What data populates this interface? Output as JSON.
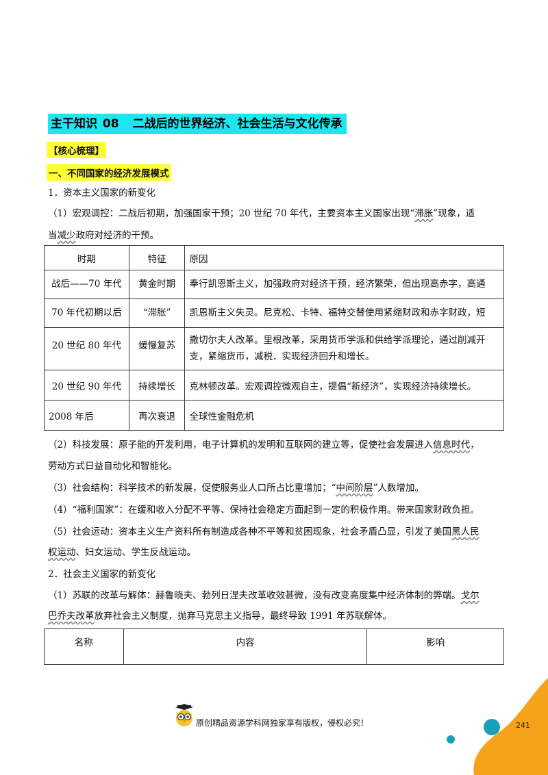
{
  "title": {
    "prefix": "主干知识",
    "number": "08",
    "text": "二战后的世界经济、社会生活与文化传承"
  },
  "colors": {
    "title_bg": "#1ee6f0",
    "highlight_yellow": "#ffff33",
    "orange": "#f7a21b",
    "teal": "#1c9fb4"
  },
  "core_label": "【核心梳理】",
  "section1": "一、不同国家的经济发展模式",
  "h1": "1．资本主义国家的新变化",
  "p1": {
    "a": "（1）宏观调控：二战后初期，加强国家干预；20 世纪 70 年代，主要资本主义国家出现“",
    "u1": "滞胀",
    "b": "”现象，适",
    "c": "当",
    "u2": "减少",
    "d": "政府对经济的干预。"
  },
  "table1": {
    "headers": [
      "时期",
      "特征",
      "原因"
    ],
    "rows": [
      {
        "period": "战后——70 年代",
        "feature": "黄金时期",
        "reason": "奉行凯恩斯主义，加强政府对经济干预，经济繁荣，但出现高赤字，高通"
      },
      {
        "period": "70 年代初期以后",
        "feature": "“滞胀”",
        "reason": "凯恩斯主义失灵。尼克松、卡特、福特交替使用紧缩财政和赤字财政，短"
      },
      {
        "period": "20 世纪 80 年代",
        "feature": "缓慢复苏",
        "reason": "撒切尔夫人改革。里根改革，采用货币学派和供给学派理论，通过削减开支，紧缩货币，减税．实现经济回升和增长。"
      },
      {
        "period": "20 世纪 90 年代",
        "feature": "持续增长",
        "reason": "克林顿改革。宏观调控微观自主，提倡“新经济”，实现经济持续增长。"
      },
      {
        "period": "2008 年后",
        "feature": "再次衰退",
        "reason": "全球性金融危机"
      }
    ]
  },
  "p2": {
    "a": "（2）科技发展：原子能的开发利用，电子计算机的发明和互联网的建立等，促使社会发展进入",
    "u": "信息时代",
    "b": "，",
    "c": "劳动方式日益自动化和智能化。"
  },
  "p3": {
    "a": "（3）社会结构：科学技术的新发展，促使服务业人口所占比重增加；“",
    "u": "中间阶层",
    "b": "”人数增加。"
  },
  "p4": "（4）“福利国家”：在缓和收入分配不平等、保持社会稳定方面起到一定的积极作用。带来国家财政负担。",
  "p5": {
    "a": "（5）社会运动：资本主义生产资料所有制造成各种不平等和贫困现象，社会矛盾凸显，引发了美国",
    "u1": "黑人民",
    "u2": "权运动",
    "b": "、妇女运动、学生反战运动。"
  },
  "h2": "2．社会主义国家的新变化",
  "p6": {
    "a": "（1）苏联的改革与解体：赫鲁晓夫、勃列日涅夫改革收效甚微，没有改变高度集中经济体制的弊端。",
    "u1": "戈尔",
    "u2": "巴乔夫改革",
    "b": "放弃社会主义制度，抛弃马克思主义指导，最终导致 1991 年苏联解体。"
  },
  "table2": {
    "headers": [
      "名称",
      "内容",
      "影响"
    ]
  },
  "footer": {
    "text": "原创精品资源学科网独家享有版权，侵权必究！",
    "page": "241"
  }
}
